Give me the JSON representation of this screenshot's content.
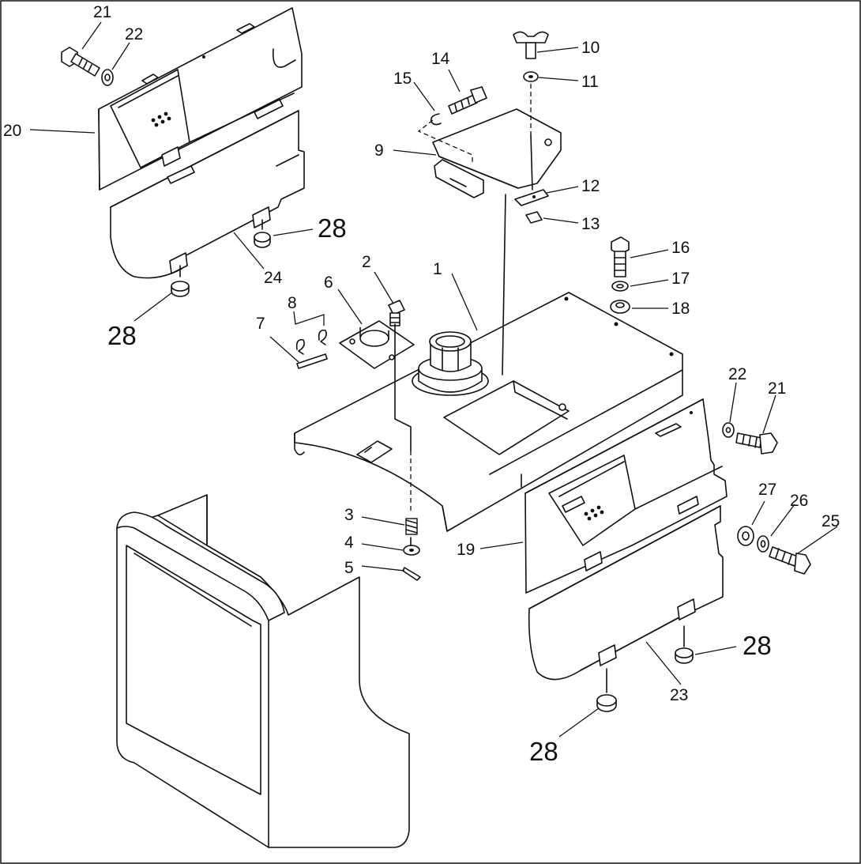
{
  "callouts": [
    {
      "id": "c1",
      "text": "1"
    },
    {
      "id": "c2",
      "text": "2"
    },
    {
      "id": "c3",
      "text": "3"
    },
    {
      "id": "c4",
      "text": "4"
    },
    {
      "id": "c5",
      "text": "5"
    },
    {
      "id": "c6",
      "text": "6"
    },
    {
      "id": "c7",
      "text": "7"
    },
    {
      "id": "c8",
      "text": "8"
    },
    {
      "id": "c9",
      "text": "9"
    },
    {
      "id": "c10",
      "text": "10"
    },
    {
      "id": "c11",
      "text": "11"
    },
    {
      "id": "c12",
      "text": "12"
    },
    {
      "id": "c13",
      "text": "13"
    },
    {
      "id": "c14",
      "text": "14"
    },
    {
      "id": "c15",
      "text": "15"
    },
    {
      "id": "c16",
      "text": "16"
    },
    {
      "id": "c17",
      "text": "17"
    },
    {
      "id": "c18",
      "text": "18"
    },
    {
      "id": "c19",
      "text": "19"
    },
    {
      "id": "c20",
      "text": "20"
    },
    {
      "id": "c21a",
      "text": "21"
    },
    {
      "id": "c22a",
      "text": "22"
    },
    {
      "id": "c21b",
      "text": "21"
    },
    {
      "id": "c22b",
      "text": "22"
    },
    {
      "id": "c23",
      "text": "23"
    },
    {
      "id": "c24",
      "text": "24"
    },
    {
      "id": "c25",
      "text": "25"
    },
    {
      "id": "c26",
      "text": "26"
    },
    {
      "id": "c27",
      "text": "27"
    },
    {
      "id": "c28a",
      "text": "28"
    },
    {
      "id": "c28b",
      "text": "28"
    },
    {
      "id": "c28c",
      "text": "28"
    },
    {
      "id": "c28d",
      "text": "28"
    }
  ]
}
